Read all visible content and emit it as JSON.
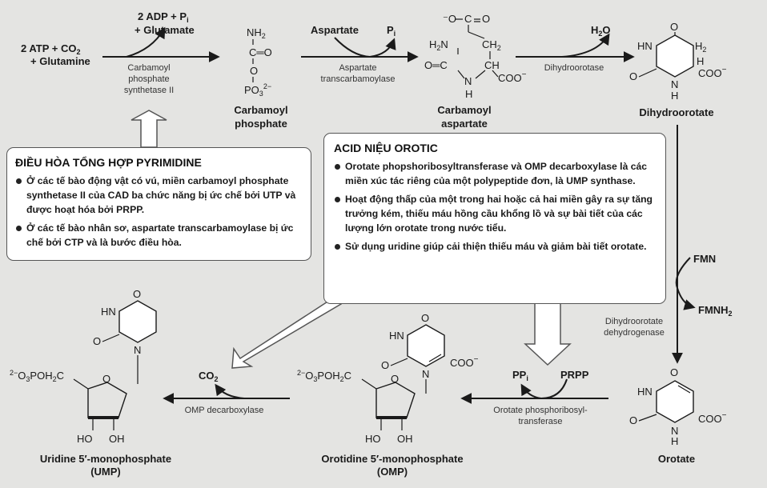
{
  "reactants": {
    "line1": "2 ATP + CO",
    "line1_sub": "2",
    "line2": "+ Glutamine",
    "products_line1": "2 ADP + P",
    "products_line1_sub": "i",
    "products_line2": "+ Glutamate"
  },
  "enzymes": {
    "cps2": [
      "Carbamoyl",
      "phosphate",
      "synthetase II"
    ],
    "atcase": [
      "Aspartate",
      "transcarbamoylase"
    ],
    "dihydroorotase": "Dihydroorotase",
    "dhodh": [
      "Dihydroorotate",
      "dehydrogenase"
    ],
    "oprt": [
      "Orotate phosphoribosyl-",
      "transferase"
    ],
    "ompdc": "OMP decarboxylase"
  },
  "cofactors": {
    "aspartate": "Aspartate",
    "pi": "P",
    "pi_sub": "i",
    "water": "H",
    "water_sub": "2",
    "water_tail": "O",
    "fmn": "FMN",
    "fmnh2": "FMNH",
    "fmnh2_sub": "2",
    "ppi": "PP",
    "ppi_sub": "i",
    "prpp": "PRPP",
    "co2": "CO",
    "co2_sub": "2"
  },
  "compounds": {
    "carbamoyl_phosphate": [
      "Carbamoyl",
      "phosphate"
    ],
    "carbamoyl_aspartate": [
      "Carbamoyl",
      "aspartate"
    ],
    "dihydroorotate": "Dihydroorotate",
    "orotate": "Orotate",
    "omp": [
      "Orotidine 5′-monophosphate",
      "(OMP)"
    ],
    "ump": [
      "Uridine 5′-monophosphate",
      "(UMP)"
    ]
  },
  "regulation_box": {
    "title": "ĐIỀU HÒA TỔNG HỢP PYRIMIDINE",
    "items": [
      "Ở các tế bào động vật có vú, miền carbamoyl phosphate synthetase II của CAD ba chức năng bị ức chế bởi UTP và được hoạt hóa bởi PRPP.",
      "Ở các tế bào nhân sơ, aspartate transcarbamoylase bị ức chế bởi CTP và là bước điều hòa."
    ]
  },
  "orotic_box": {
    "title": "ACID NIỆU OROTIC",
    "items": [
      "Orotate phopshoribosyltransferase và OMP decarboxylase là các miền xúc tác riêng của một polypeptide đơn, là UMP synthase.",
      "Hoạt động thấp của một trong hai hoặc cả hai miền gây ra sự tăng trưởng kém, thiếu máu hồng cầu khổng lồ và sự bài tiết của các lượng lớn orotate trong nước tiểu.",
      "Sử dụng uridine giúp cải thiện thiếu máu và giảm bài tiết orotate."
    ]
  },
  "structure_labels": {
    "cp_nh2": "NH",
    "cp_nh2_sub": "2",
    "cp_c": "C═O",
    "cp_o": "O",
    "cp_po3": "PO",
    "cp_po3_sub": "3",
    "cp_po3_sup": "2−",
    "ca_o_top": "O",
    "ca_h2n": "H",
    "ca_h2n_sub": "2",
    "ca_h2n_tail": "N",
    "ca_c": "C",
    "ca_ch2": "CH",
    "ca_ch2_sub": "2",
    "ca_oc": "O═C",
    "ca_ch": "CH",
    "ca_n": "N",
    "ca_h": "H",
    "ca_coo": "COO",
    "ring_o": "O",
    "ring_hn": "HN",
    "ring_nh": "N",
    "ring_h": "H",
    "ring_h2": "H",
    "ring_h2_sub": "2",
    "ring_coo": "COO",
    "sugar_po": "O",
    "sugar_po_pre": "2−",
    "sugar_po_tail": "POH",
    "sugar_po_sub3": "3",
    "sugar_po_sub2": "2",
    "sugar_c": "C",
    "sugar_oh": "OH",
    "sugar_ho": "HO",
    "minus": "−"
  }
}
